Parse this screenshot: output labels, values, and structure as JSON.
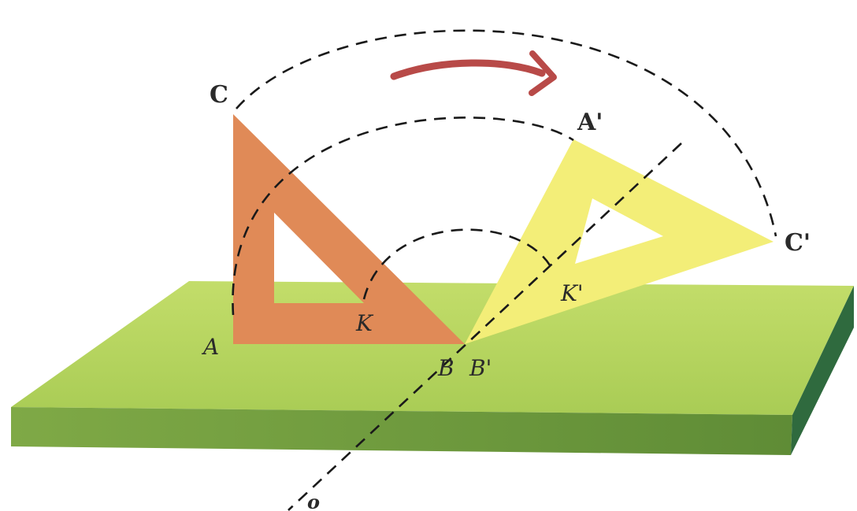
{
  "labels": {
    "C": "C",
    "A_prime": "A'",
    "C_prime": "C'",
    "A": "A",
    "K": "K",
    "K_prime": "K'",
    "B": "B",
    "B_prime": "B'",
    "o": "o"
  },
  "colors": {
    "board_top": "#b6d65a",
    "board_front": "#6f9a3c",
    "board_side": "#2f6a3e",
    "triangle_orange": "#e08a57",
    "triangle_yellow": "#f3ee78",
    "arrow": "#b84a48",
    "dashes": "#1a1a1a"
  }
}
